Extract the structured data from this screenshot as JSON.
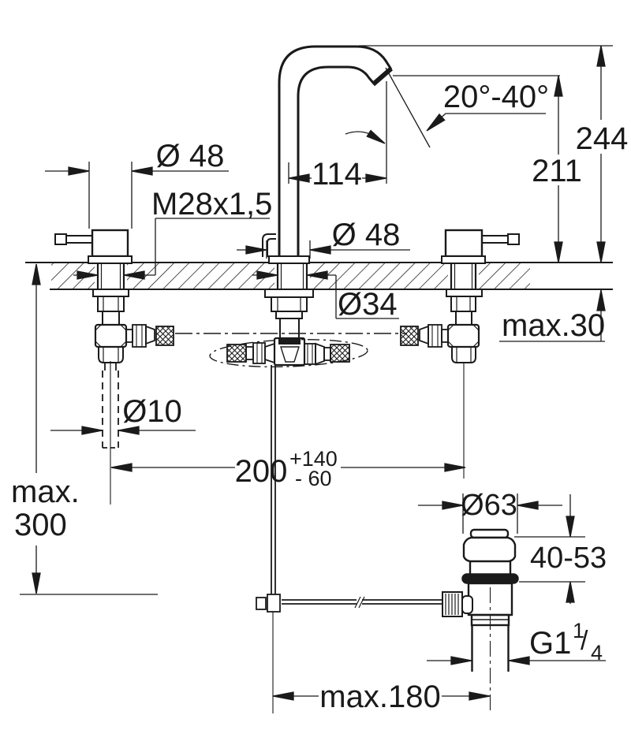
{
  "drawing": {
    "type": "technical installation drawing",
    "subject": "3-hole basin mixer with pop-up waste",
    "colors": {
      "line": "#1a1a1a",
      "background": "#ffffff"
    },
    "labels": {
      "dim_left_valve_dia": "Ø 48",
      "dim_thread": "M28x1,5",
      "dim_spout_reach": "114",
      "dim_spout_base_dia": "Ø 48",
      "dim_spout_angle": "20°-40°",
      "dim_height_top": "244",
      "dim_height_outlet": "211",
      "dim_hole_dia": "Ø34",
      "dim_deck_max": "max.30",
      "dim_rod_dia": "Ø10",
      "dim_spacing": "200",
      "dim_spacing_plus": "+140",
      "dim_spacing_minus": "- 60",
      "dim_depth_line1": "max.",
      "dim_depth_line2": "300",
      "dim_waste_dia": "Ø63",
      "dim_waste_height": "40-53",
      "dim_waste_thread_main": "G1",
      "dim_waste_thread_num": "1",
      "dim_waste_thread_slash": "/",
      "dim_waste_thread_den": "4",
      "dim_rod_reach": "max.180"
    }
  }
}
